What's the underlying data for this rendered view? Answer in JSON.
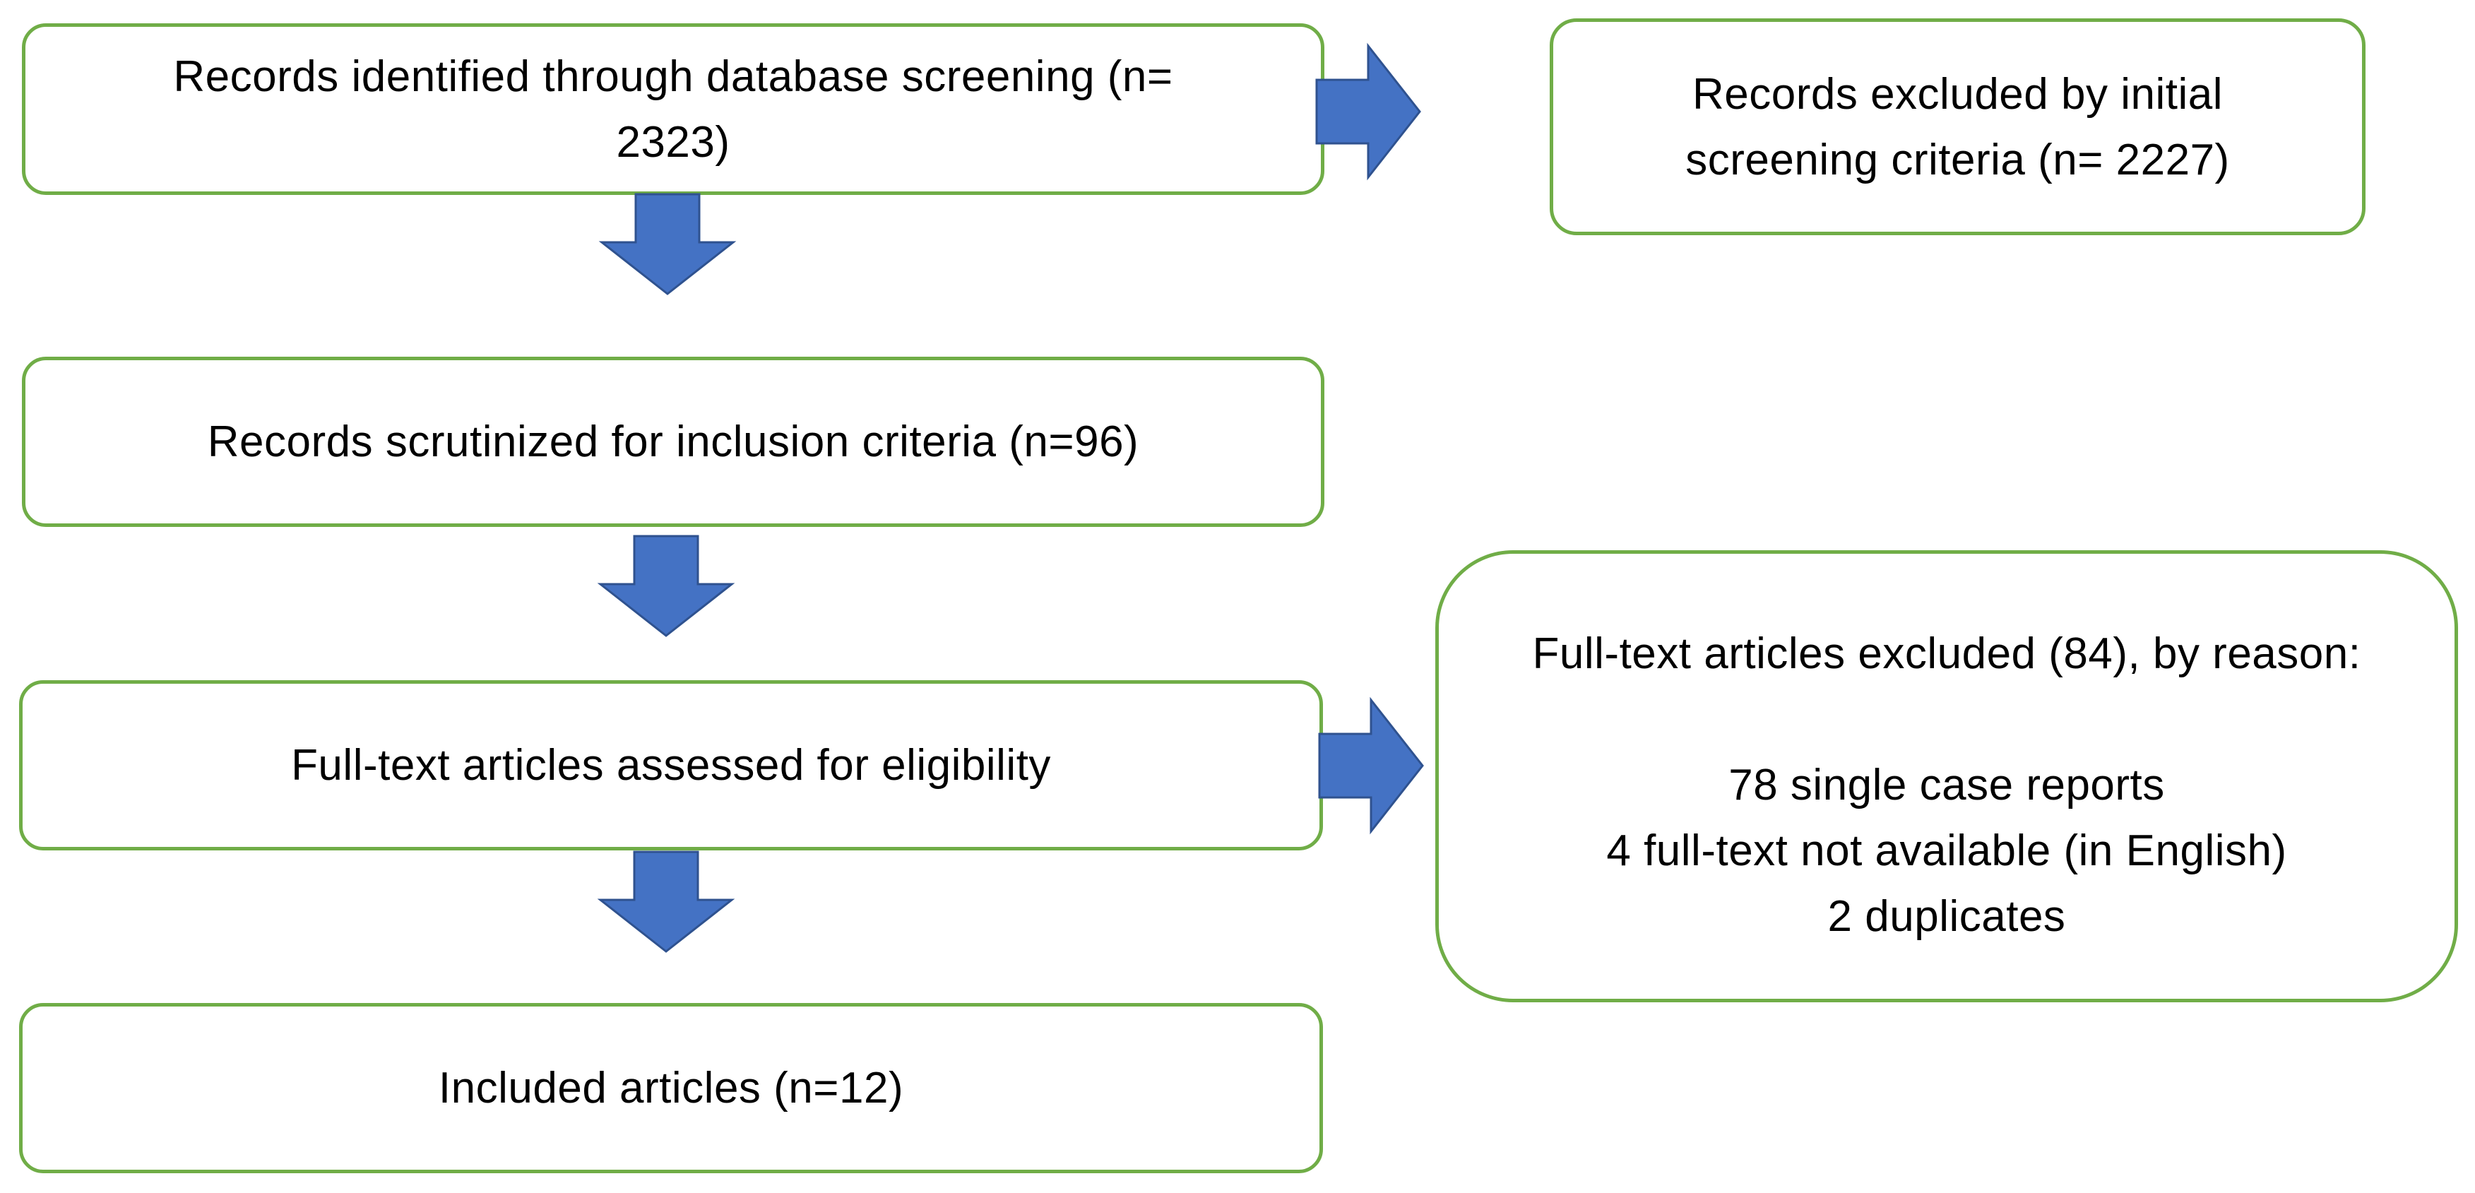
{
  "colors": {
    "box_border": "#70ad47",
    "arrow_fill": "#4472c4",
    "arrow_stroke": "#2f528f",
    "background": "#ffffff",
    "text": "#000000"
  },
  "flow": {
    "identified": {
      "line1": "Records identified through database screening (n=",
      "line2": "2323)"
    },
    "scrutinized": "Records scrutinized for inclusion criteria (n=96)",
    "assessed": "Full-text articles assessed for eligibility",
    "included": "Included articles (n=12)"
  },
  "exclusions": {
    "initial": {
      "line1": "Records excluded by initial",
      "line2": "screening criteria (n= 2227)"
    },
    "fulltext": {
      "heading": "Full-text articles excluded (84), by reason:",
      "reasons": [
        "78 single case reports",
        "4 full-text not available (in English)",
        "2 duplicates"
      ]
    }
  },
  "arrows": {
    "down": [
      "down-arrow",
      "down-arrow",
      "down-arrow"
    ],
    "right": [
      "right-arrow",
      "right-arrow"
    ]
  }
}
